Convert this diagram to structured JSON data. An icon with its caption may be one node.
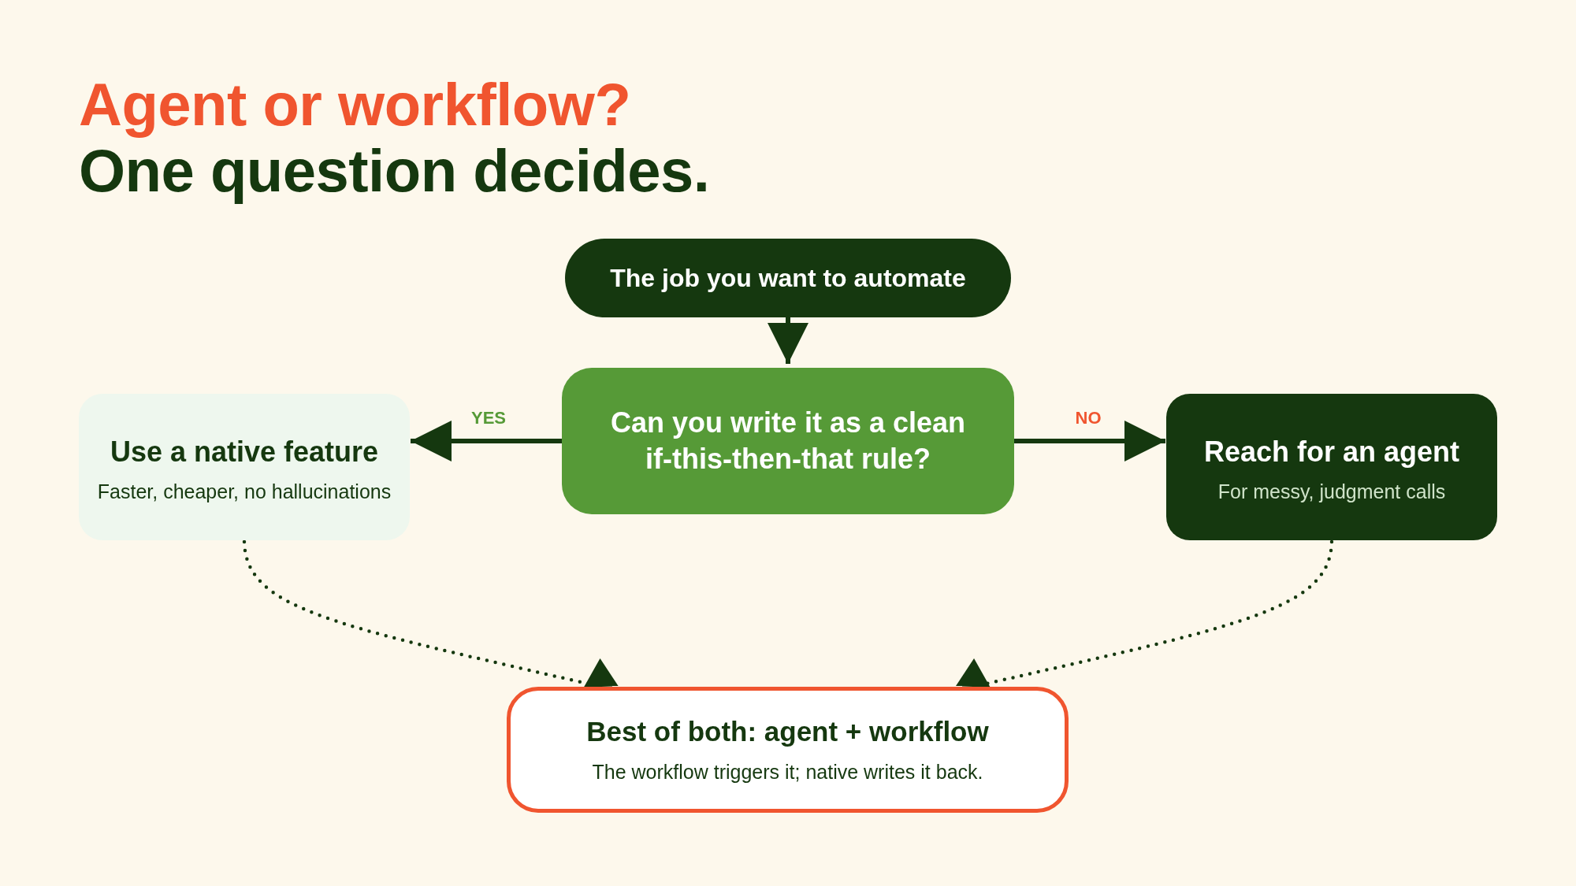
{
  "diagram": {
    "title": "Agent or workflow?",
    "nodes": [
      {
        "text": [
          "The job you want to automate"
        ]
      },
      {
        "text": [
          "Can you write it as a clean if-this-then-that rule?"
        ]
      },
      {
        "text": [
          "Use a native feature",
          "Faster, cheaper, no hallucinations"
        ]
      },
      {
        "text": [
          "Reach for an agent",
          "For messy, judgment calls"
        ]
      },
      {
        "text": [
          "Best of both: agent + workflow",
          "The workflow triggers it; native writes it back."
        ]
      }
    ],
    "edges": [
      {
        "from": 0,
        "to": 1,
        "arrow": "to"
      },
      {
        "from": 1,
        "to": 2,
        "arrow": "to",
        "label": "YES"
      },
      {
        "from": 1,
        "to": 3,
        "arrow": "to",
        "label": "NO"
      },
      {
        "from": 2,
        "to": 4,
        "arrow": "to",
        "style": "dashed"
      },
      {
        "from": 3,
        "to": 4,
        "arrow": "to",
        "style": "dashed"
      }
    ],
    "labels": [
      "One question decides."
    ]
  }
}
